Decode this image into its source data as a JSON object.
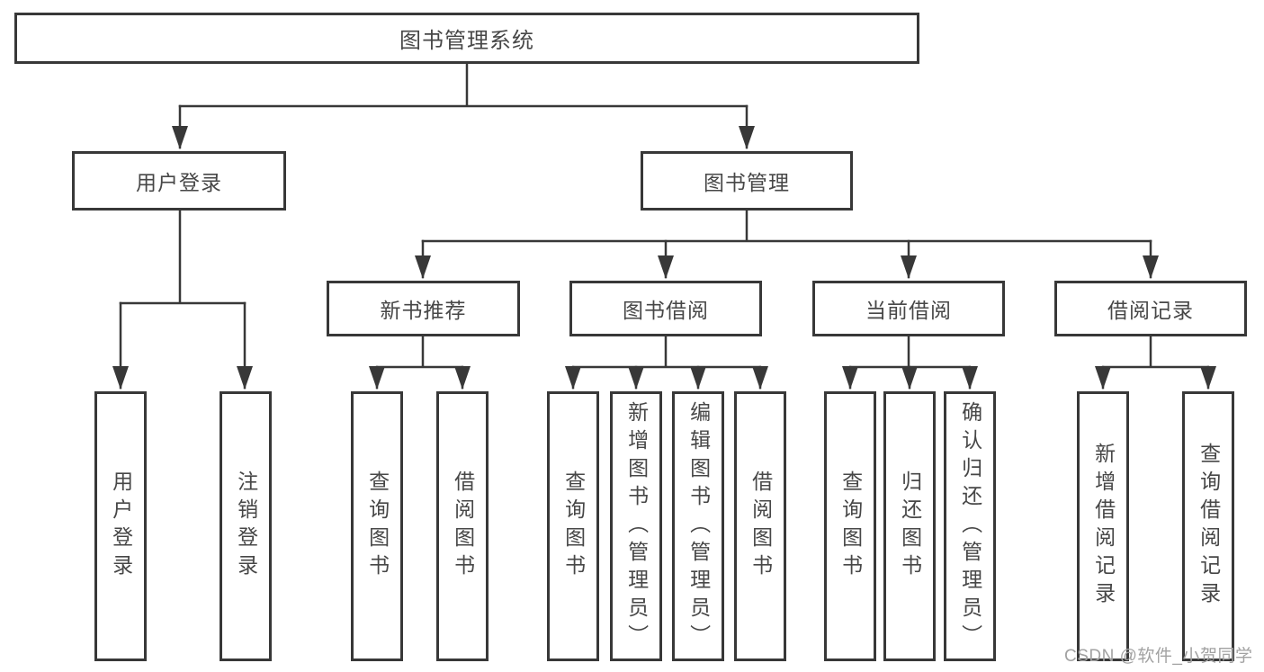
{
  "tree": {
    "label": "图书管理系统",
    "children": [
      {
        "label": "用户登录",
        "children": [
          {
            "label": "用户登录"
          },
          {
            "label": "注销登录"
          }
        ]
      },
      {
        "label": "图书管理",
        "children": [
          {
            "label": "新书推荐",
            "children": [
              {
                "label": "查询图书"
              },
              {
                "label": "借阅图书"
              }
            ]
          },
          {
            "label": "图书借阅",
            "children": [
              {
                "label": "查询图书"
              },
              {
                "label": "新增图书（管理员）"
              },
              {
                "label": "编辑图书（管理员）"
              },
              {
                "label": "借阅图书"
              }
            ]
          },
          {
            "label": "当前借阅",
            "children": [
              {
                "label": "查询图书"
              },
              {
                "label": "归还图书"
              },
              {
                "label": "确认归还（管理员）"
              }
            ]
          },
          {
            "label": "借阅记录",
            "children": [
              {
                "label": "新增借阅记录"
              },
              {
                "label": "查询借阅记录"
              }
            ]
          }
        ]
      }
    ]
  },
  "watermark": {
    "text": "CSDN @软件_小贺同学"
  },
  "colors": {
    "line": "#383838",
    "text": "#474747",
    "watermark": "#a2a2a2",
    "background": "#ffffff"
  }
}
